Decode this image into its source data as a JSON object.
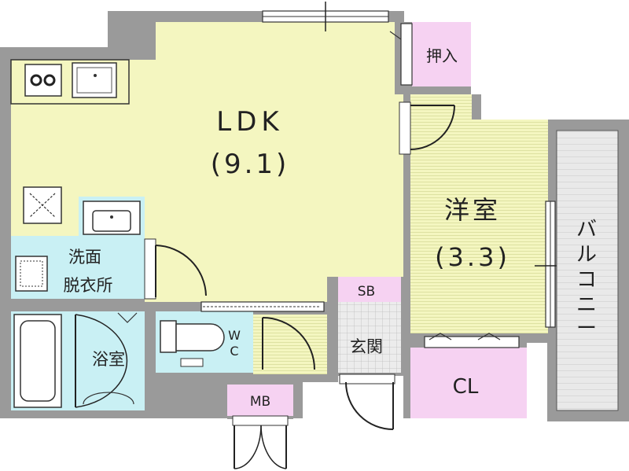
{
  "rooms": {
    "ldk": {
      "name": "LDK",
      "size": "(9.1)"
    },
    "western": {
      "name": "洋室",
      "size": "(3.3)"
    },
    "closet_push": "押入",
    "washroom": {
      "line1": "洗面",
      "line2": "脱衣所"
    },
    "bath": "浴室",
    "toilet": {
      "line1": "W",
      "line2": "C"
    },
    "sb": "SB",
    "entrance": "玄関",
    "cl": "CL",
    "mb": "MB",
    "balcony": [
      "バ",
      "ル",
      "コ",
      "ニ",
      "ー"
    ]
  },
  "colors": {
    "wall": "#9a9a9a",
    "ldk_floor": "#f4f6c0",
    "western_floor": "#f4f6c0",
    "wet_area": "#c9f0f4",
    "storage": "#f6d2f2",
    "entrance_floor": "#e8e8e8",
    "balcony": "#e6e6e6"
  }
}
